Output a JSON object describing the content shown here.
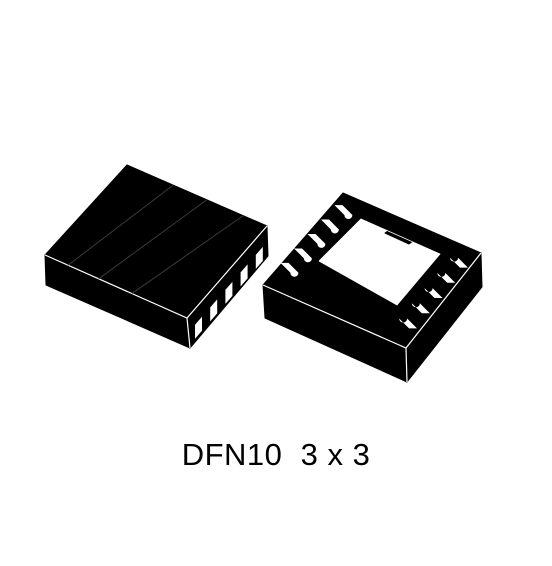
{
  "figure": {
    "caption": "DFN10  3 x 3",
    "body_color": "#000000",
    "line_color": "#ffffff",
    "background": "#ffffff"
  },
  "top_view": {
    "icon": "dfn10-package-top-view-icon",
    "visible_leads": 5
  },
  "bottom_view": {
    "icon": "dfn10-package-bottom-view-icon",
    "pads_per_side": 5
  }
}
